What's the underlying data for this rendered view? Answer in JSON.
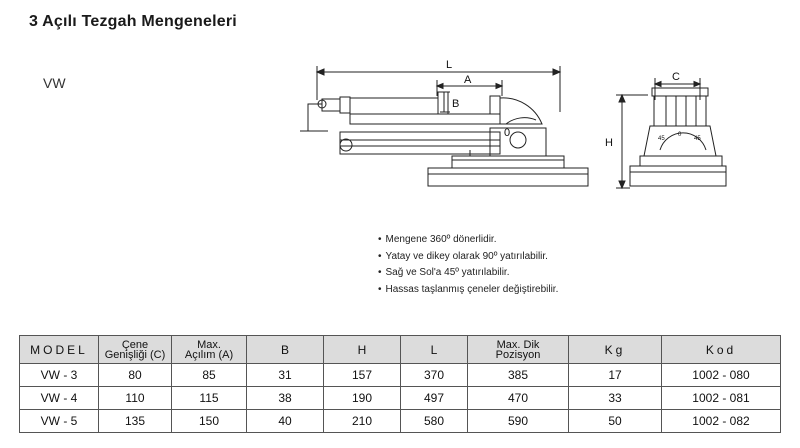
{
  "page": {
    "title": "3 Açılı Tezgah Mengeneleri",
    "model_tag": "VW"
  },
  "drawing": {
    "dim_L": "L",
    "dim_A": "A",
    "dim_B": "B",
    "dim_C": "C",
    "dim_H": "H",
    "scale_zero": "0",
    "scale_ticks": [
      "45",
      "0",
      "45"
    ]
  },
  "features": [
    "Mengene 360º dönerlidir.",
    "Yatay ve dikey olarak 90º yatırılabilir.",
    "Sağ ve Sol'a 45º yatırılabilir.",
    "Hassas taşlanmış çeneler değiştirebilir."
  ],
  "table": {
    "headers": {
      "model": "MODEL",
      "c_line1": "Çene",
      "c_line2": "Genişliği (C)",
      "a_line1": "Max.",
      "a_line2": "Açılım (A)",
      "b": "B",
      "h": "H",
      "l": "L",
      "d_line1": "Max. Dik",
      "d_line2": "Pozisyon",
      "kg": "Kg",
      "kod": "Kod"
    },
    "rows": [
      {
        "model": "VW - 3",
        "c": "80",
        "a": "85",
        "b": "31",
        "h": "157",
        "l": "370",
        "dik": "385",
        "kg": "17",
        "kod": "1002 - 080"
      },
      {
        "model": "VW - 4",
        "c": "110",
        "a": "115",
        "b": "38",
        "h": "190",
        "l": "497",
        "dik": "470",
        "kg": "33",
        "kod": "1002 - 081"
      },
      {
        "model": "VW - 5",
        "c": "135",
        "a": "150",
        "b": "40",
        "h": "210",
        "l": "580",
        "dik": "590",
        "kg": "50",
        "kod": "1002 - 082"
      }
    ]
  }
}
